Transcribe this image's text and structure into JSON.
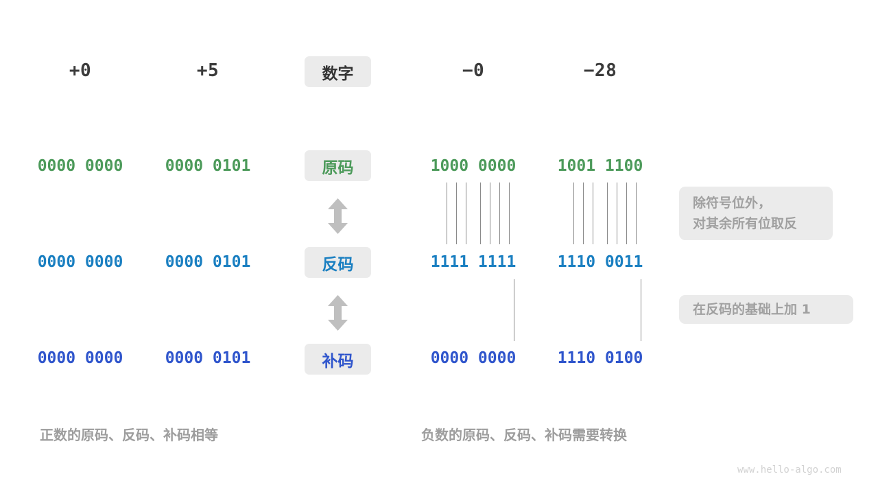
{
  "watermark": "www.hello-algo.com",
  "accents": {
    "green": "#4c9a5a",
    "blue": "#1a7fc1",
    "navy": "#2f55cc",
    "chip_bg": "#ebebeb",
    "note_text": "#a0a0a0",
    "caption": "#9d9d9d",
    "header_text": "#3b3b3b",
    "line": "#8a8a8a",
    "arrow": "#bfbfbf"
  },
  "row_labels": {
    "number": "数字",
    "sign_magnitude": "原码",
    "ones_complement": "反码",
    "twos_complement": "补码"
  },
  "columns": {
    "pos_zero": "+0",
    "pos_five": "+5",
    "neg_zero": "−0",
    "neg_twentyeight": "−28"
  },
  "rows": [
    {
      "label": "原码",
      "label_color": "green",
      "bits_color": "green",
      "values": {
        "pos_zero": "0000 0000",
        "pos_five": "0000 0101",
        "neg_zero": "1000 0000",
        "neg_twentyeight": "1001 1100"
      }
    },
    {
      "label": "反码",
      "label_color": "blue",
      "bits_color": "blue",
      "values": {
        "pos_zero": "0000 0000",
        "pos_five": "0000 0101",
        "neg_zero": "1111 1111",
        "neg_twentyeight": "1110 0011"
      }
    },
    {
      "label": "补码",
      "label_color": "navy",
      "bits_color": "navy",
      "values": {
        "pos_zero": "0000 0000",
        "pos_five": "0000 0101",
        "neg_zero": "0000 0000",
        "neg_twentyeight": "1110 0100"
      }
    }
  ],
  "notes": {
    "invert": {
      "line1": "除符号位外，",
      "line2": "对其余所有位取反"
    },
    "add_one": {
      "line1": "在反码的基础上加 1"
    }
  },
  "captions": {
    "left": "正数的原码、反码、补码相等",
    "right": "负数的原码、反码、补码需要转换"
  },
  "icons": {
    "arrow_updown": "double-arrow-vertical"
  }
}
